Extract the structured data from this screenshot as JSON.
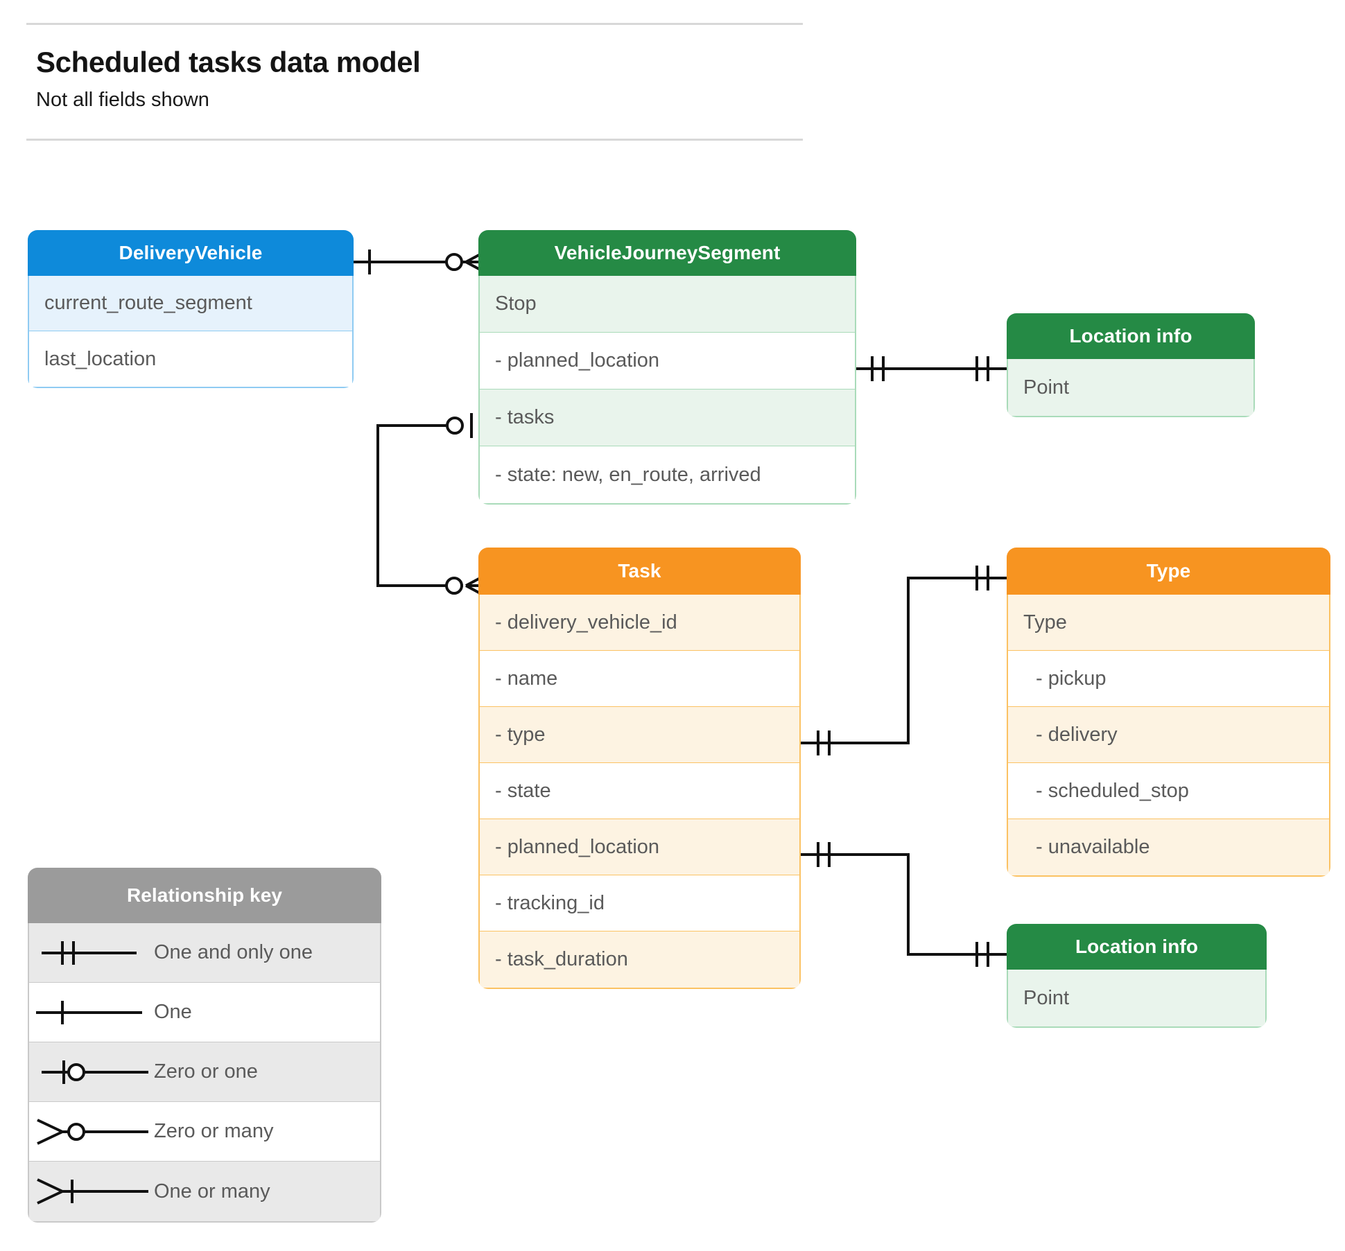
{
  "header": {
    "title": "Scheduled tasks data model",
    "subtitle": "Not all fields shown"
  },
  "colors": {
    "blue_header": "#0e8ada",
    "blue_row": "#e6f2fc",
    "blue_border": "#8fcbf2",
    "green_header": "#258a45",
    "green_row": "#e9f4ec",
    "green_border": "#a9dbb9",
    "orange_header": "#f79421",
    "orange_row": "#fdf3e2",
    "orange_border": "#fbc263",
    "gray_header": "#9b9b9b",
    "gray_row": "#e9e9e9",
    "gray_border": "#c9c9c9",
    "connector": "#111111",
    "text": "#5a5a5a"
  },
  "entities": {
    "delivery_vehicle": {
      "title": "DeliveryVehicle",
      "rows": [
        "current_route_segment",
        "last_location"
      ]
    },
    "vehicle_journey_segment": {
      "title": "VehicleJourneySegment",
      "rows": [
        "Stop",
        "-  planned_location",
        "- tasks",
        "- state: new, en_route, arrived"
      ]
    },
    "location_info_top": {
      "title": "Location info",
      "rows": [
        "Point"
      ]
    },
    "location_info_bottom": {
      "title": "Location info",
      "rows": [
        "Point"
      ]
    },
    "task": {
      "title": "Task",
      "rows": [
        "- delivery_vehicle_id",
        "- name",
        "- type",
        "- state",
        "- planned_location",
        "- tracking_id",
        "- task_duration"
      ]
    },
    "type": {
      "title": "Type",
      "rows": [
        "Type",
        "-   pickup",
        "-   delivery",
        "-   scheduled_stop",
        "-   unavailable"
      ]
    }
  },
  "legend": {
    "title": "Relationship key",
    "items": [
      {
        "label": "One and only one",
        "symbol": "one-and-only-one"
      },
      {
        "label": "One",
        "symbol": "one"
      },
      {
        "label": "Zero or one",
        "symbol": "zero-or-one"
      },
      {
        "label": "Zero or many",
        "symbol": "zero-or-many"
      },
      {
        "label": "One or many",
        "symbol": "one-or-many"
      }
    ]
  },
  "relationships": [
    {
      "from": "DeliveryVehicle",
      "to": "VehicleJourneySegment",
      "from_cardinality": "one",
      "to_cardinality": "zero-or-many"
    },
    {
      "from": "VehicleJourneySegment.planned_location",
      "to": "Location info (Point)",
      "from_cardinality": "one-and-only-one",
      "to_cardinality": "one-and-only-one"
    },
    {
      "from": "VehicleJourneySegment.tasks",
      "to": "Task",
      "from_cardinality": "zero-or-one",
      "to_cardinality": "zero-or-many"
    },
    {
      "from": "Task.type",
      "to": "Type",
      "from_cardinality": "one-and-only-one",
      "to_cardinality": "one-and-only-one"
    },
    {
      "from": "Task.planned_location",
      "to": "Location info (Point)",
      "from_cardinality": "one-and-only-one",
      "to_cardinality": "one-and-only-one"
    }
  ]
}
